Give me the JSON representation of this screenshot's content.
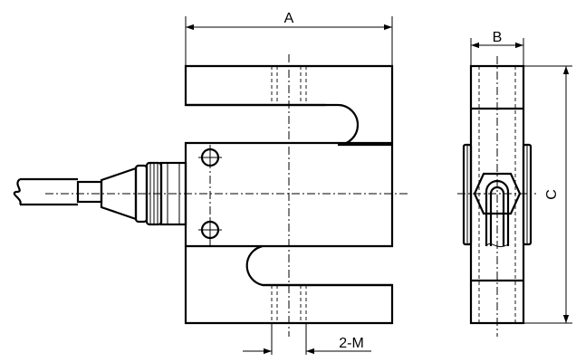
{
  "labels": {
    "width_dim": "A",
    "thickness_dim": "B",
    "height_dim": "C",
    "thread_dim": "2-M"
  },
  "colors": {
    "line": "#000000",
    "background": "#ffffff"
  }
}
